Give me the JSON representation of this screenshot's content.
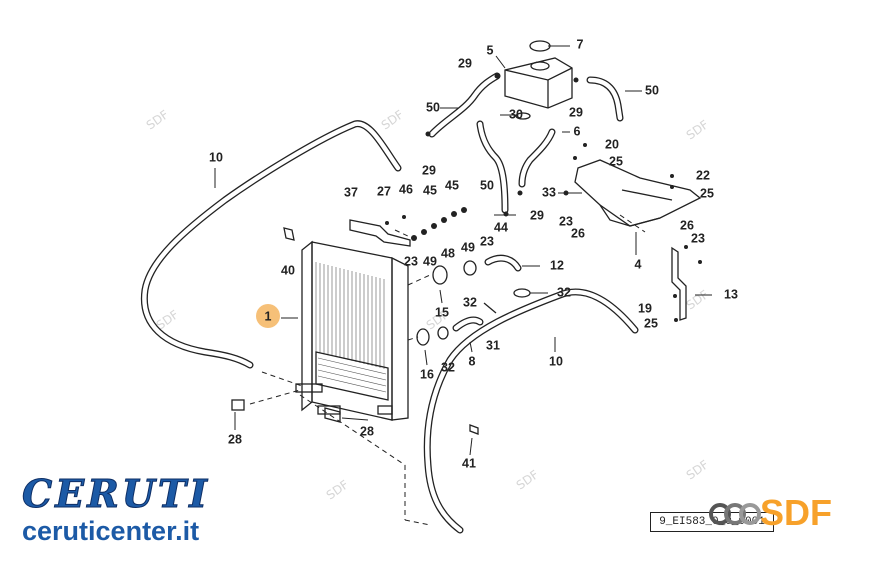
{
  "brand": {
    "name": "CERUTI",
    "url": "ruticenter.it",
    "url_prefix": "ce",
    "color": "#1c5aa6"
  },
  "reference_code": "9_EI583_0_0_0001",
  "watermark_text": "SDF",
  "sdf_logo": {
    "text": "SDF",
    "color": "#f7a12a",
    "icon": "sdf-rings-icon"
  },
  "highlight_color": "#f5b560",
  "callouts": [
    {
      "id": "c-1",
      "text": "1"
    },
    {
      "id": "c-4",
      "text": "4"
    },
    {
      "id": "c-5",
      "text": "5"
    },
    {
      "id": "c-6",
      "text": "6"
    },
    {
      "id": "c-7",
      "text": "7"
    },
    {
      "id": "c-8",
      "text": "8"
    },
    {
      "id": "c-10a",
      "text": "10"
    },
    {
      "id": "c-10b",
      "text": "10"
    },
    {
      "id": "c-12",
      "text": "12"
    },
    {
      "id": "c-13",
      "text": "13"
    },
    {
      "id": "c-15",
      "text": "15"
    },
    {
      "id": "c-16",
      "text": "16"
    },
    {
      "id": "c-19",
      "text": "19"
    },
    {
      "id": "c-20",
      "text": "20"
    },
    {
      "id": "c-22",
      "text": "22"
    },
    {
      "id": "c-23a",
      "text": "23"
    },
    {
      "id": "c-23b",
      "text": "23"
    },
    {
      "id": "c-23c",
      "text": "23"
    },
    {
      "id": "c-23d",
      "text": "23"
    },
    {
      "id": "c-25a",
      "text": "25"
    },
    {
      "id": "c-25b",
      "text": "25"
    },
    {
      "id": "c-25c",
      "text": "25"
    },
    {
      "id": "c-26a",
      "text": "26"
    },
    {
      "id": "c-26b",
      "text": "26"
    },
    {
      "id": "c-27",
      "text": "27"
    },
    {
      "id": "c-28a",
      "text": "28"
    },
    {
      "id": "c-28b",
      "text": "28"
    },
    {
      "id": "c-29a",
      "text": "29"
    },
    {
      "id": "c-29b",
      "text": "29"
    },
    {
      "id": "c-29c",
      "text": "29"
    },
    {
      "id": "c-29d",
      "text": "29"
    },
    {
      "id": "c-30",
      "text": "30"
    },
    {
      "id": "c-31",
      "text": "31"
    },
    {
      "id": "c-32a",
      "text": "32"
    },
    {
      "id": "c-32b",
      "text": "32"
    },
    {
      "id": "c-32c",
      "text": "32"
    },
    {
      "id": "c-33",
      "text": "33"
    },
    {
      "id": "c-37",
      "text": "37"
    },
    {
      "id": "c-40",
      "text": "40"
    },
    {
      "id": "c-41",
      "text": "41"
    },
    {
      "id": "c-44",
      "text": "44"
    },
    {
      "id": "c-45a",
      "text": "45"
    },
    {
      "id": "c-45b",
      "text": "45"
    },
    {
      "id": "c-46",
      "text": "46"
    },
    {
      "id": "c-48",
      "text": "48"
    },
    {
      "id": "c-49a",
      "text": "49"
    },
    {
      "id": "c-49b",
      "text": "49"
    },
    {
      "id": "c-50a",
      "text": "50"
    },
    {
      "id": "c-50b",
      "text": "50"
    },
    {
      "id": "c-50c",
      "text": "50"
    }
  ]
}
